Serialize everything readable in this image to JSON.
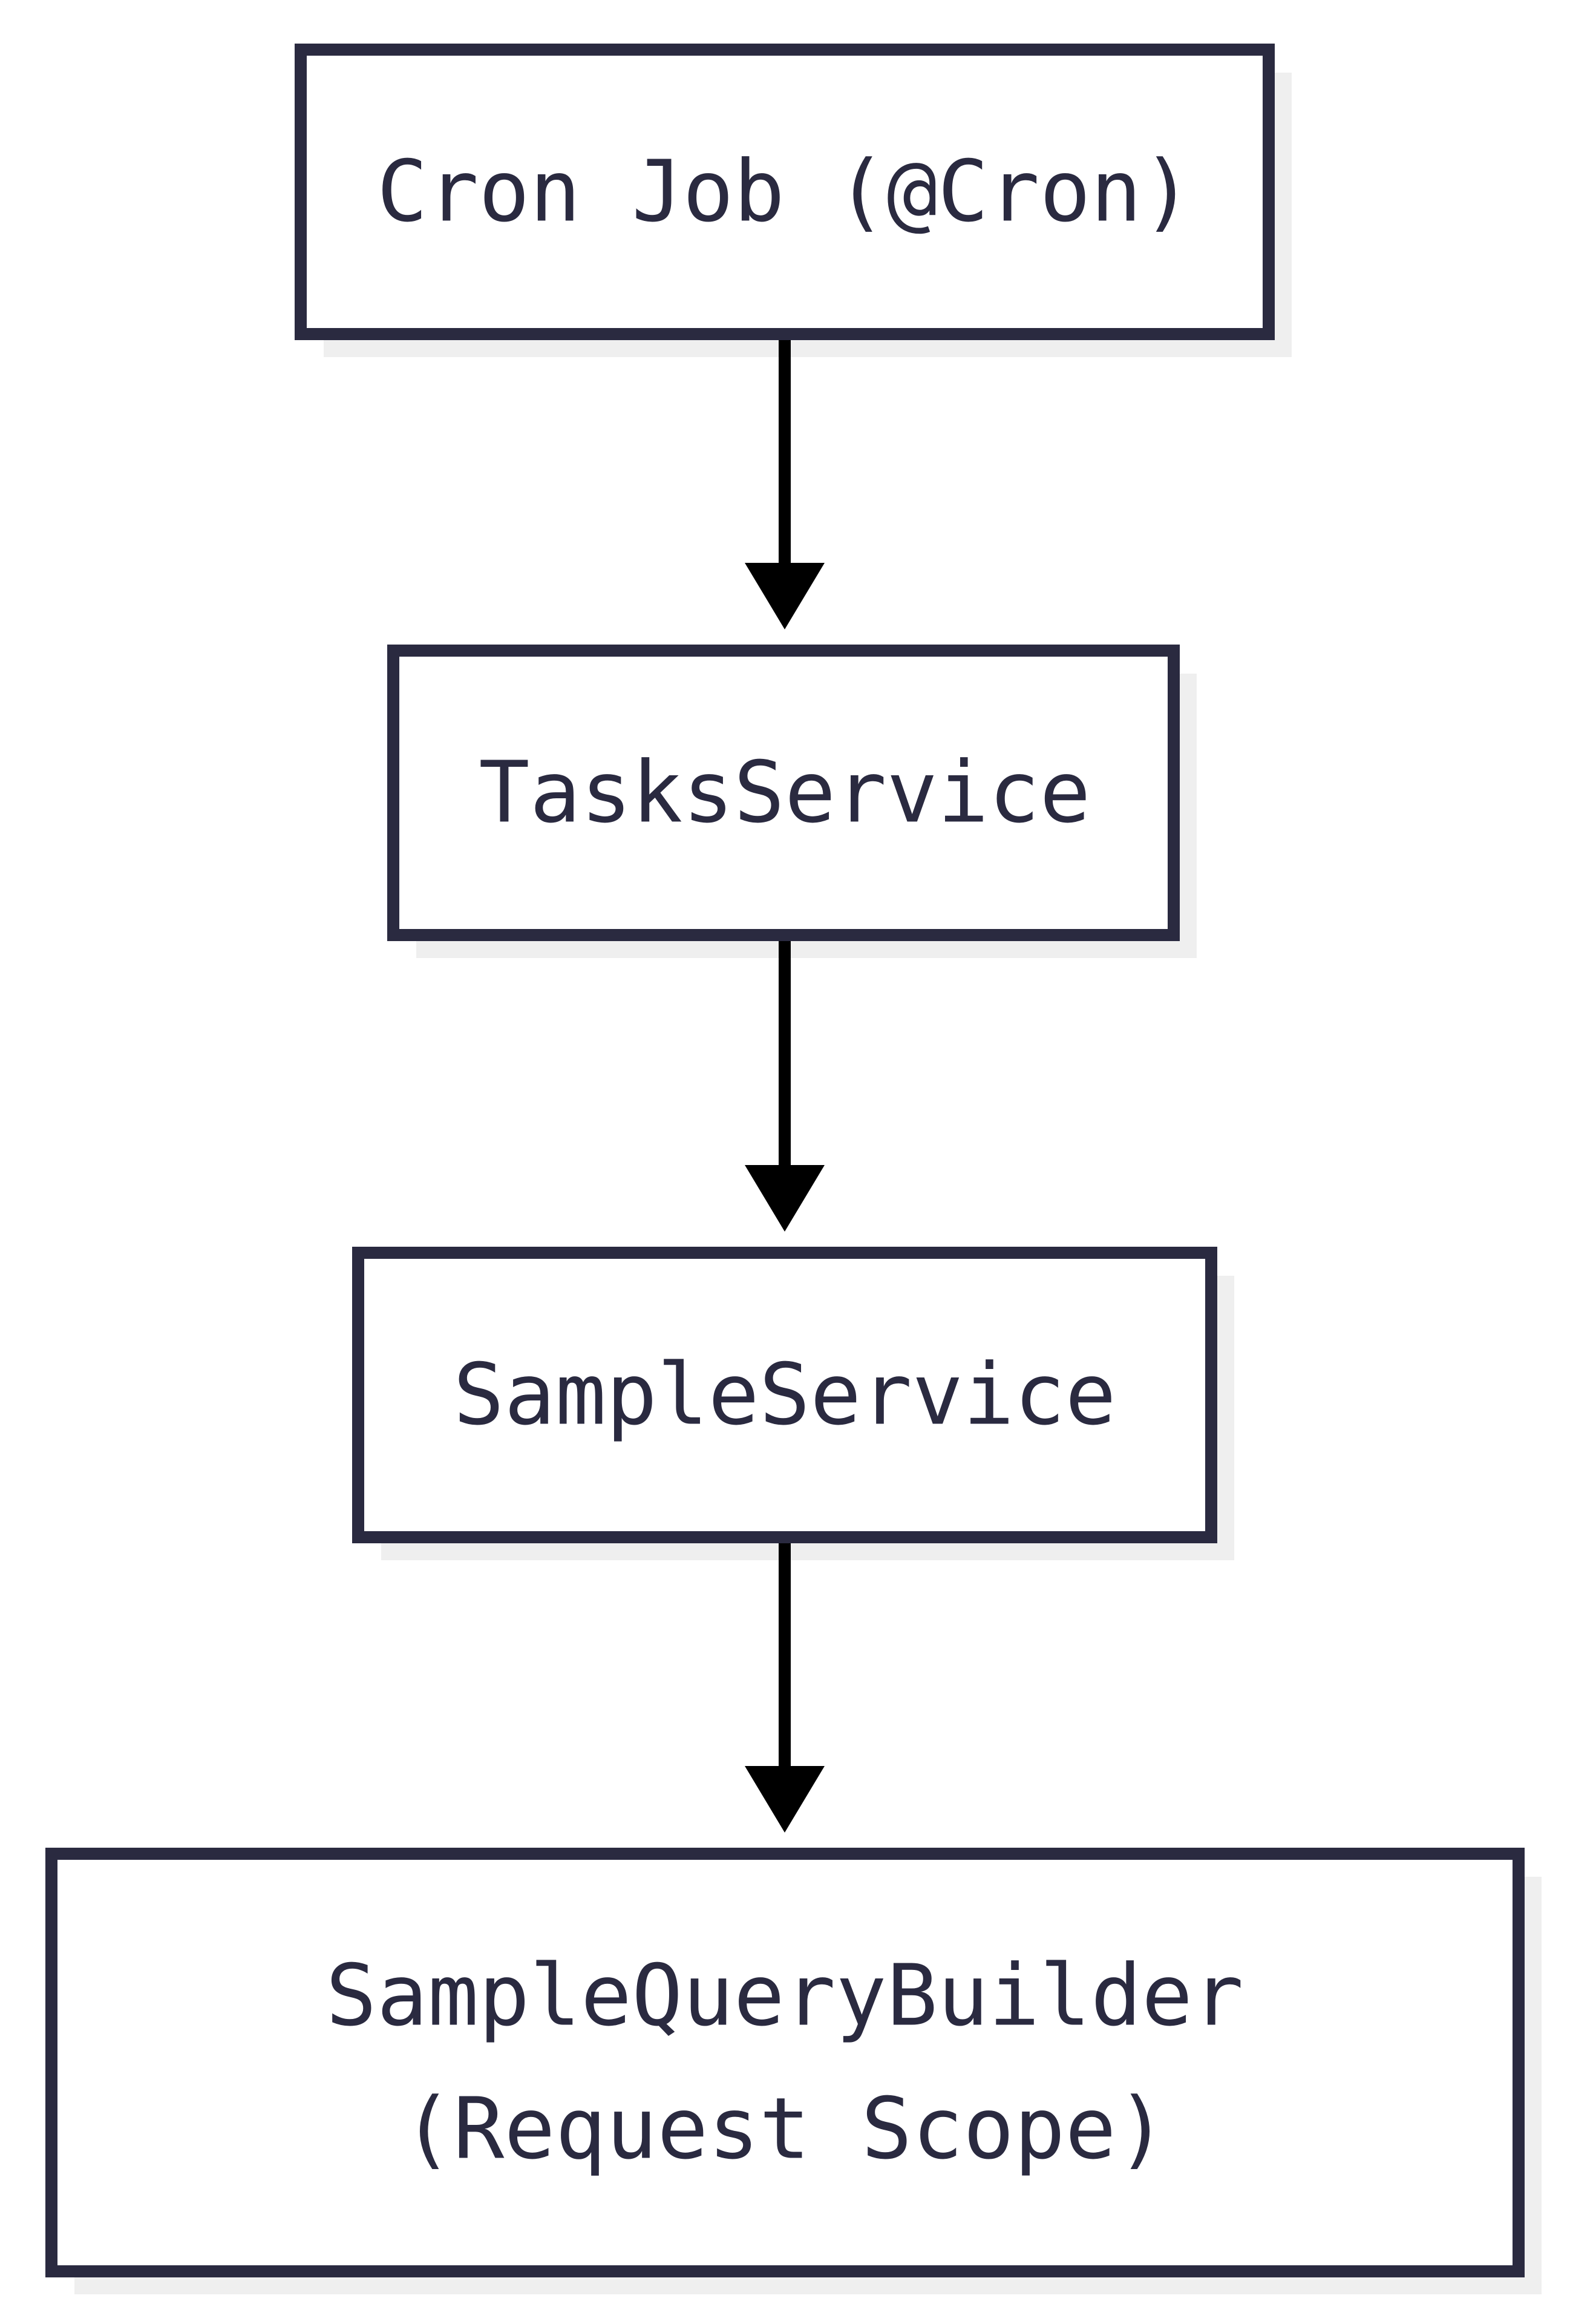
{
  "diagram": {
    "nodes": [
      {
        "id": "cron-job",
        "lines": [
          "Cron Job (@Cron)"
        ]
      },
      {
        "id": "tasks-service",
        "lines": [
          "TasksService"
        ]
      },
      {
        "id": "sample-service",
        "lines": [
          "SampleService"
        ]
      },
      {
        "id": "sample-query-builder",
        "lines": [
          "SampleQueryBuilder",
          "(Request Scope)"
        ]
      }
    ],
    "edges": [
      {
        "from": "cron-job",
        "to": "tasks-service"
      },
      {
        "from": "tasks-service",
        "to": "sample-service"
      },
      {
        "from": "sample-service",
        "to": "sample-query-builder"
      }
    ]
  },
  "colors": {
    "node_border": "#2a2a40",
    "node_fill": "#ffffff",
    "node_shadow": "#efefef",
    "text": "#2a2a40",
    "edge": "#000000"
  }
}
